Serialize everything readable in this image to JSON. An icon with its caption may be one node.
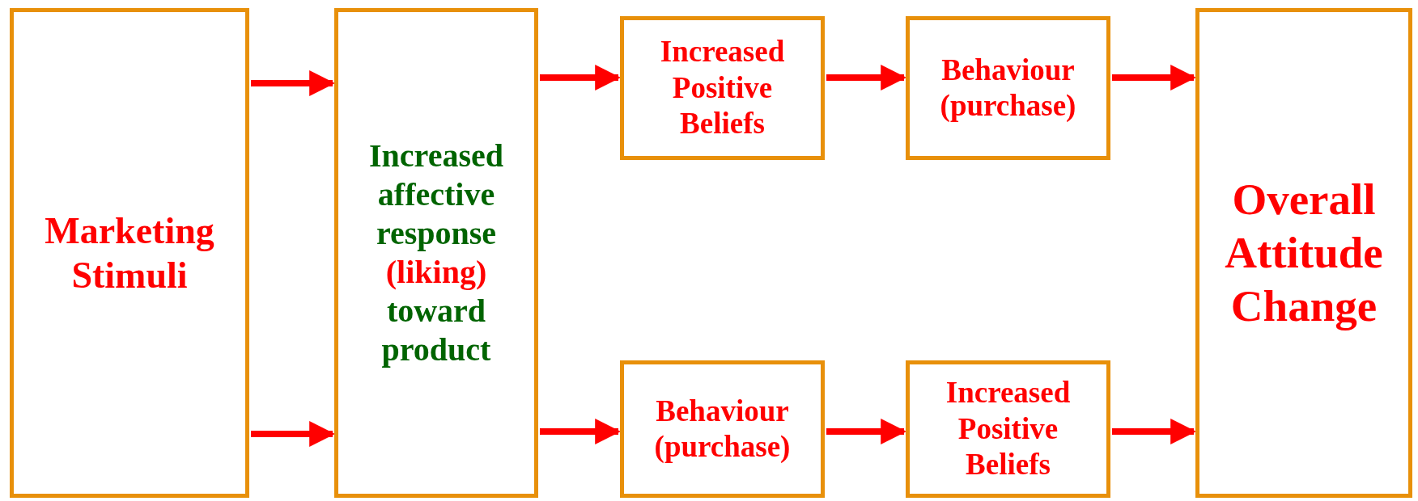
{
  "diagram": {
    "nodes": [
      {
        "text": [
          "Marketing Stimuli"
        ]
      },
      {
        "text": [
          "Increased affective response",
          "(liking)",
          "toward product"
        ]
      },
      {
        "text": [
          "Increased Positive Beliefs"
        ]
      },
      {
        "text": [
          "Behaviour (purchase)"
        ]
      },
      {
        "text": [
          "Behaviour (purchase)"
        ]
      },
      {
        "text": [
          "Increased Positive Beliefs"
        ]
      },
      {
        "text": [
          "Overall Attitude Change"
        ]
      }
    ],
    "edges": [
      {
        "from": 0,
        "to": 1,
        "arrow": "to"
      },
      {
        "from": 0,
        "to": 1,
        "arrow": "to"
      },
      {
        "from": 1,
        "to": 2,
        "arrow": "to"
      },
      {
        "from": 2,
        "to": 3,
        "arrow": "to"
      },
      {
        "from": 3,
        "to": 6,
        "arrow": "to"
      },
      {
        "from": 1,
        "to": 4,
        "arrow": "to"
      },
      {
        "from": 4,
        "to": 5,
        "arrow": "to"
      },
      {
        "from": 5,
        "to": 6,
        "arrow": "to"
      }
    ]
  }
}
